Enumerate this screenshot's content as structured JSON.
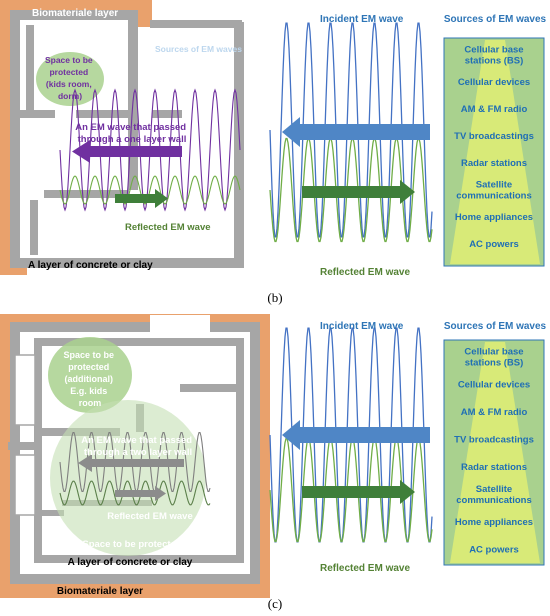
{
  "panel_b": {
    "caption": "(b)",
    "biomaterial_layer_label": "Biomateriale layer",
    "protected_space_label": [
      "Space to be",
      "protected",
      "(kids room,",
      "dorm)"
    ],
    "passed_wave_label": [
      "An EM wave that passed",
      "through a  one layer wall"
    ],
    "reflected_label_inside": "Reflected EM wave",
    "concrete_label": "A layer of concrete or clay",
    "incident_label": "Incident EM wave",
    "reflected_label_outside": "Reflected EM wave",
    "sources_title": "Sources of EM waves",
    "faded_label": "Sources of EM waves"
  },
  "panel_c": {
    "caption": "(c)",
    "protected_additional_label": [
      "Space to be",
      "protected",
      "(additional)",
      "E.g. kids",
      "room"
    ],
    "passed_wave_label": [
      "An EM wave that passed",
      "through a two layer wall"
    ],
    "reflected_label_inside": "Reflected EM wave",
    "protected_space_label": "Space to be protected",
    "concrete_label": "A layer of concrete or clay",
    "biomaterial_layer_label": "Biomateriale layer",
    "incident_label": "Incident EM wave",
    "reflected_label_outside": "Reflected EM wave",
    "sources_title": "Sources of EM waves"
  },
  "sources_list": [
    [
      "Cellular base",
      "stations (BS)"
    ],
    [
      "Cellular devices"
    ],
    [
      "AM & FM  radio"
    ],
    [
      "TV broadcastings"
    ],
    [
      "Radar stations"
    ],
    [
      "Satellite",
      "communications"
    ],
    [
      "Home appliances"
    ],
    [
      "AC powers"
    ]
  ],
  "colors": {
    "biomaterial": "#e9a16c",
    "wall": "#a6a6a6",
    "label_blue": "#2e75b6",
    "label_green": "#548235",
    "source_text": "#1f6fb5",
    "source_box": "#a9d18e",
    "source_beam": "#ffff66",
    "incident_arrow": "#4f86c6",
    "reflected_arrow": "#3f7f3a",
    "inner_arrow": "#7030a0",
    "wave_blue": "#4472c4",
    "wave_green": "#70ad47",
    "wave_purple": "#7030a0",
    "protected_oval": "#a9d18e",
    "halo": "#c5e0b4"
  }
}
